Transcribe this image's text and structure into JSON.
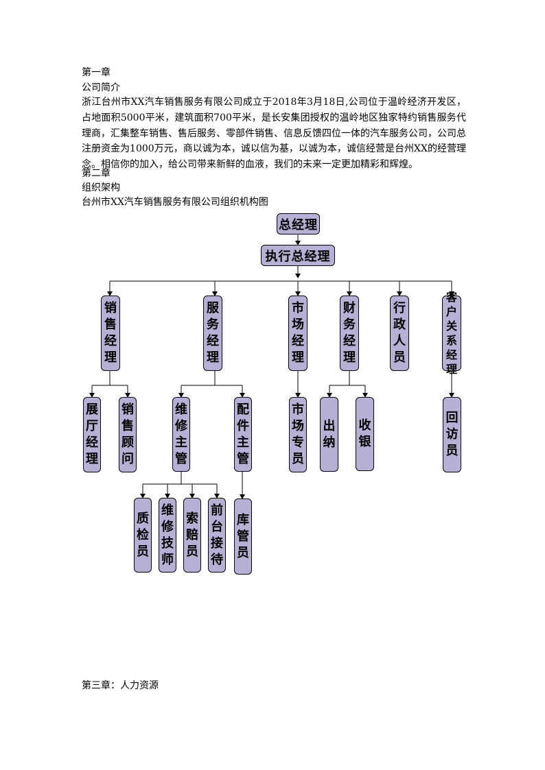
{
  "chapter1": {
    "title": "第一章",
    "subtitle": "公司简介",
    "paragraph": "浙江台州市XX汽车销售服务有限公司成立于2018年3月18日,公司位于温岭经济开发区，占地面积5000平米，建筑面积700平米，是长安集团授权的温岭地区独家特约销售服务代理商，汇集整车销售、售后服务、零部件销售、信息反馈四位一体的汽车服务公司，公司总注册资金为1000万元，商以诚为本，诚以信为基，以诚为本，诚信经营是台州XX的经营理念。相信你的加入，给公司带来新鲜的血液，我们的未来一定更加精彩和辉煌。"
  },
  "chapter2": {
    "title": "第二章",
    "subtitle": "组织架构",
    "chart_title": "台州市XX汽车销售服务有限公司组织机构图"
  },
  "chapter3": {
    "title": "第三章：人力资源"
  },
  "org": {
    "gm": "总经理",
    "exec_gm": "执行总经理",
    "sales_manager": "销售经理",
    "service_manager": "服务经理",
    "market_manager": "市场经理",
    "finance_manager": "财务经理",
    "admin_staff": "行政人员",
    "customer_manager": "客户关系经理",
    "showroom_manager": "展厅经理",
    "sales_consultant": "销售顾问",
    "repair_supervisor": "维修主管",
    "parts_supervisor": "配件主管",
    "market_specialist": "市场专员",
    "cashier_out": "出纳",
    "cashier": "收银",
    "return_visitor": "回访员",
    "qc_inspector": "质检员",
    "repair_technician": "维修技师",
    "claims_clerk": "索赔员",
    "front_desk": "前台接待",
    "warehouse_keeper": "库管员"
  }
}
